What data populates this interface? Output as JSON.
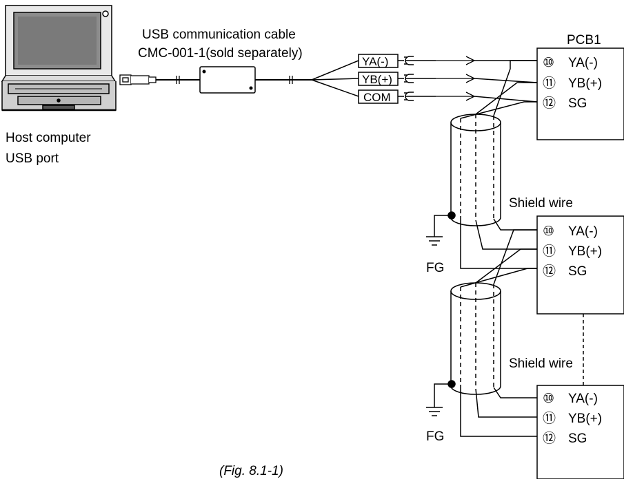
{
  "host": {
    "label_line1": "Host computer",
    "label_line2": "USB port"
  },
  "cable": {
    "label_line1": "USB communication cable",
    "label_line2": "CMC-001-1(sold separately)"
  },
  "cable_tags": [
    "YA(-)",
    "YB(+)",
    "COM"
  ],
  "pcb1": {
    "title": "PCB1"
  },
  "terminals": [
    {
      "num": "⑩",
      "label": "YA(-)"
    },
    {
      "num": "⑪",
      "label": "YB(+)"
    },
    {
      "num": "⑫",
      "label": "SG"
    }
  ],
  "shield": {
    "label": "Shield wire"
  },
  "ground": {
    "label": "FG"
  },
  "caption": "(Fig. 8.1-1)"
}
